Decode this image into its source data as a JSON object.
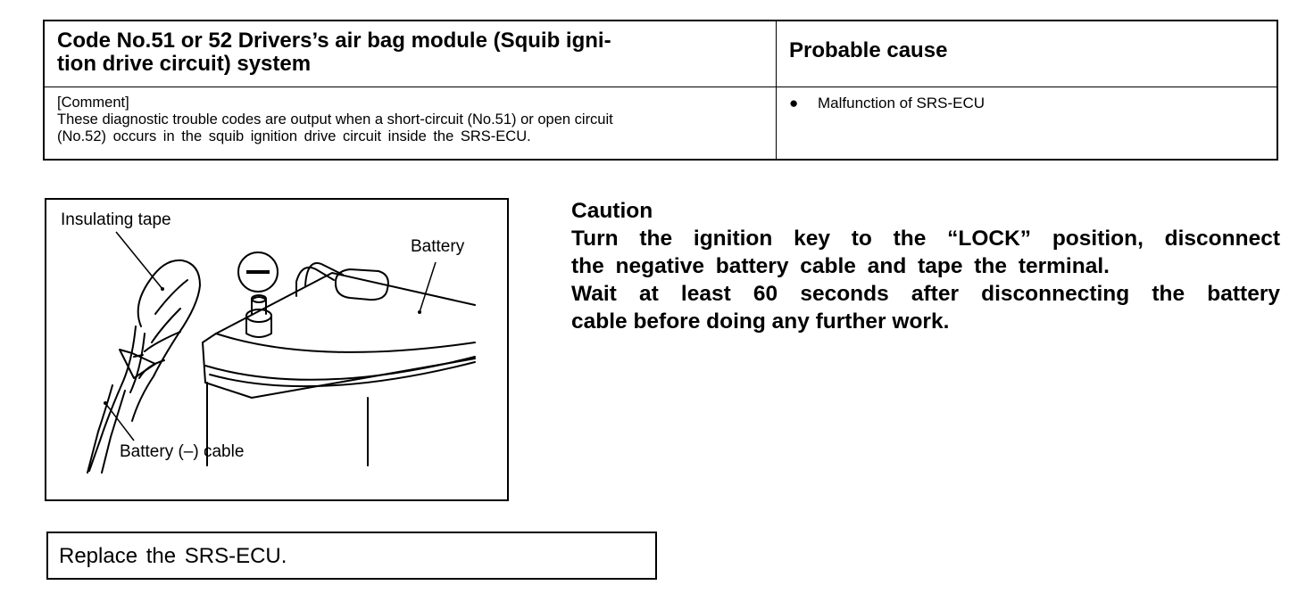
{
  "table": {
    "header_title": "Code No.51 or 52 Drivers’s air bag module (Squib ignition drive circuit) system",
    "header_title_line1": "Code No.51 or 52  Drivers’s air bag module (Squib igni-",
    "header_title_line2": "tion drive circuit) system",
    "header_cause": "Probable cause",
    "comment_label": "[Comment]",
    "comment_line1": "These diagnostic trouble codes are output when a short-circuit (No.51) or open circuit",
    "comment_line2": "(No.52) occurs in the squib ignition drive circuit inside the SRS-ECU.",
    "cause_bullet": "●",
    "causes": [
      "Malfunction of SRS-ECU"
    ]
  },
  "illustration": {
    "label_insulating_tape": "Insulating tape",
    "label_battery": "Battery",
    "label_cable": "Battery (–) cable",
    "minus_symbol": "−"
  },
  "caution": {
    "title": "Caution",
    "line1": "Turn the ignition key to the “LOCK” position, disconnect",
    "line2": "the negative battery cable and tape the terminal.",
    "line3": "Wait at least 60 seconds after disconnecting the battery",
    "line4": "cable before doing any further work."
  },
  "action": {
    "text": "Replace the SRS-ECU."
  }
}
